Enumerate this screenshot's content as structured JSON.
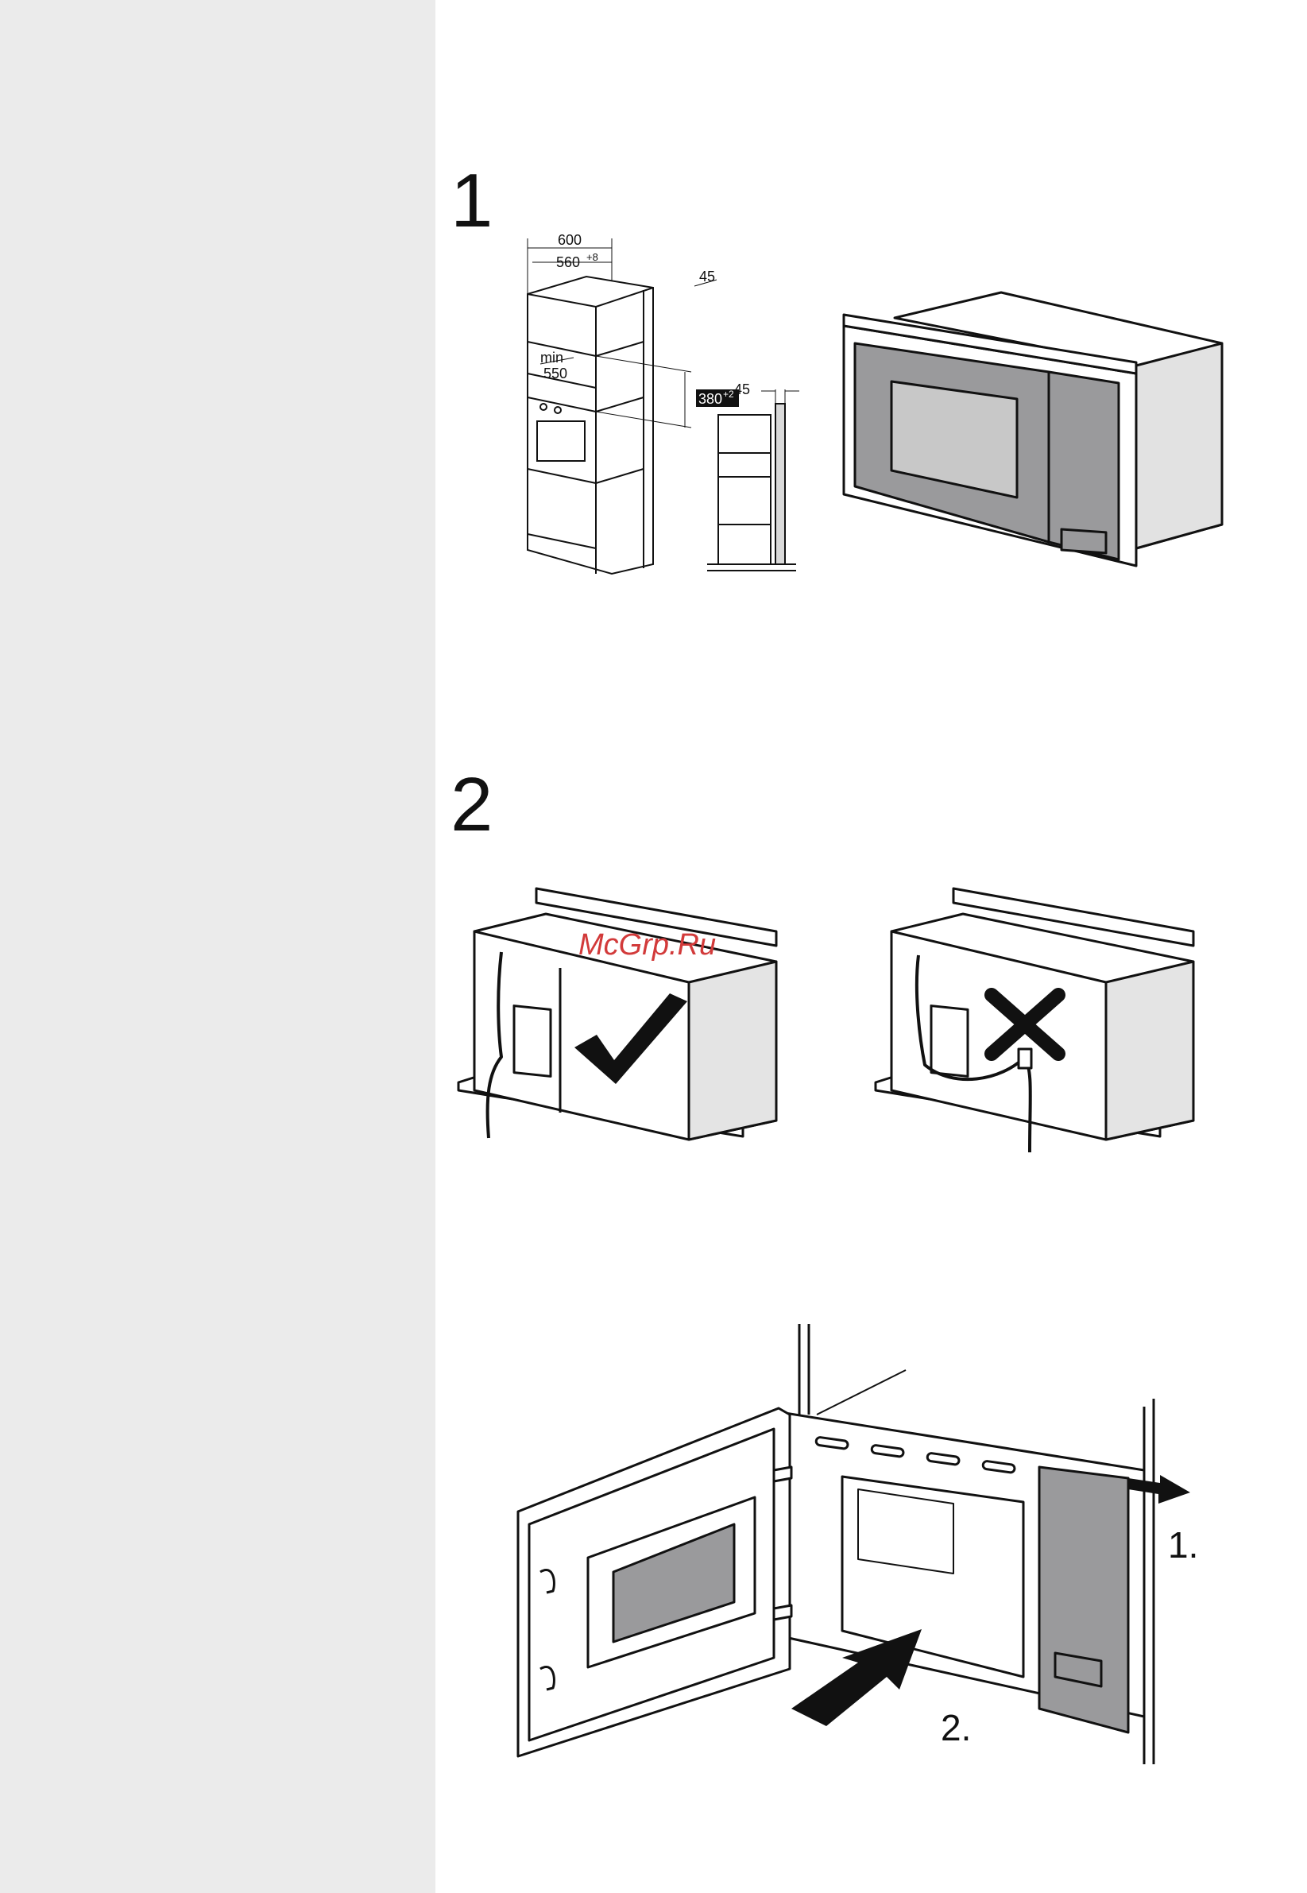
{
  "steps": [
    {
      "number": "1"
    },
    {
      "number": "2"
    }
  ],
  "dimensions": {
    "width_600": "600",
    "width_560": "560",
    "width_560_tol": "+8",
    "depth_45_top": "45",
    "min_label": "min",
    "min_550": "550",
    "height_380": "380",
    "height_380_tol": "+2",
    "depth_45_side": "45"
  },
  "install_steps": {
    "first": "1.",
    "second": "2."
  },
  "watermark": "McGrp.Ru",
  "icons": {
    "correct": "checkmark-icon",
    "incorrect": "cross-icon"
  },
  "colors": {
    "sidebar": "#ebebeb",
    "panel_gray": "#9a9a9c",
    "window_gray": "#c8c8c8",
    "watermark": "#d23a3a"
  }
}
